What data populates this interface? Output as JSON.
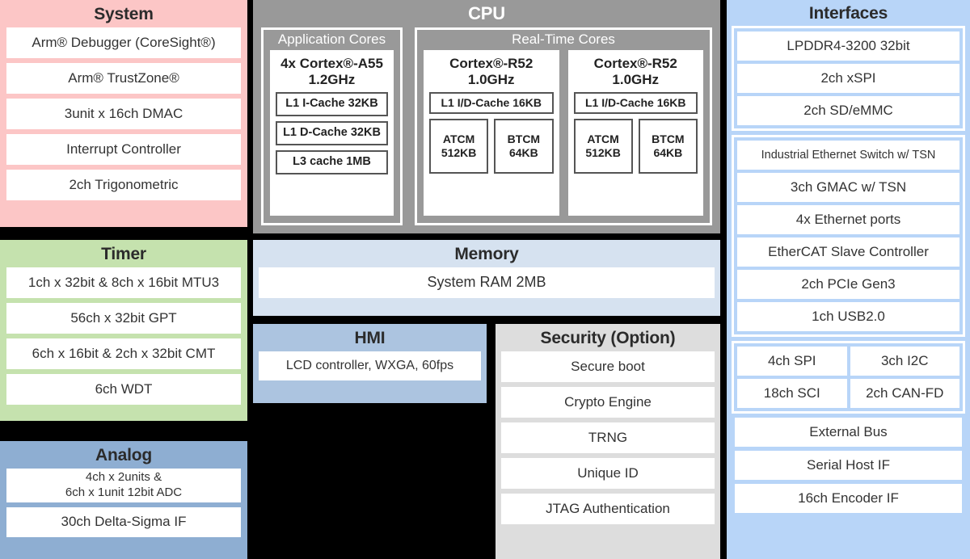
{
  "blocks": {
    "system": {
      "title": "System",
      "items": [
        "Arm® Debugger (CoreSight®)",
        "Arm® TrustZone®",
        "3unit x 16ch DMAC",
        "Interrupt Controller",
        "2ch Trigonometric"
      ],
      "color": "#fcc6c6"
    },
    "timer": {
      "title": "Timer",
      "items": [
        "1ch x 32bit & 8ch x 16bit MTU3",
        "56ch x 32bit GPT",
        "6ch x 16bit & 2ch x 32bit CMT",
        "6ch WDT"
      ],
      "color": "#c5e2ae"
    },
    "analog": {
      "title": "Analog",
      "adc_line1": "4ch x 2units &",
      "adc_line2": "6ch x 1unit 12bit ADC",
      "delta_sigma": "30ch Delta-Sigma IF",
      "color": "#8eaed2"
    },
    "cpu": {
      "title": "CPU",
      "color": "#999999",
      "application_cores": {
        "title": "Application Cores",
        "core": {
          "name_line1": "4x Cortex®-A55",
          "name_line2": "1.2GHz",
          "caches": [
            "L1 I-Cache 32KB",
            "L1 D-Cache 32KB",
            "L3 cache 1MB"
          ]
        }
      },
      "realtime_cores": {
        "title": "Real-Time Cores",
        "cores": [
          {
            "name_line1": "Cortex®-R52",
            "name_line2": "1.0GHz",
            "cache": "L1 I/D-Cache 16KB",
            "tcm": [
              {
                "line1": "ATCM",
                "line2": "512KB"
              },
              {
                "line1": "BTCM",
                "line2": "64KB"
              }
            ]
          },
          {
            "name_line1": "Cortex®-R52",
            "name_line2": "1.0GHz",
            "cache": "L1 I/D-Cache 16KB",
            "tcm": [
              {
                "line1": "ATCM",
                "line2": "512KB"
              },
              {
                "line1": "BTCM",
                "line2": "64KB"
              }
            ]
          }
        ]
      }
    },
    "memory": {
      "title": "Memory",
      "items": [
        "System RAM 2MB"
      ],
      "color": "#d6e2f0"
    },
    "hmi": {
      "title": "HMI",
      "items": [
        "LCD controller, WXGA, 60fps"
      ],
      "color": "#acc4e0"
    },
    "security": {
      "title": "Security (Option)",
      "items": [
        "Secure boot",
        "Crypto Engine",
        "TRNG",
        "Unique ID",
        "JTAG Authentication"
      ],
      "color": "#dddddd"
    },
    "interfaces": {
      "title": "Interfaces",
      "color": "#b8d5f8",
      "group1": [
        "LPDDR4-3200 32bit",
        "2ch xSPI",
        "2ch SD/eMMC"
      ],
      "group2": [
        "Industrial Ethernet Switch w/ TSN",
        "3ch GMAC w/ TSN",
        "4x Ethernet ports",
        "EtherCAT Slave Controller",
        "2ch PCIe Gen3",
        "1ch USB2.0"
      ],
      "group3_row1": [
        "4ch SPI",
        "3ch I2C"
      ],
      "group3_row2": [
        "18ch SCI",
        "2ch CAN-FD"
      ],
      "group4": [
        "External Bus",
        "Serial Host IF",
        "16ch Encoder IF"
      ]
    }
  }
}
